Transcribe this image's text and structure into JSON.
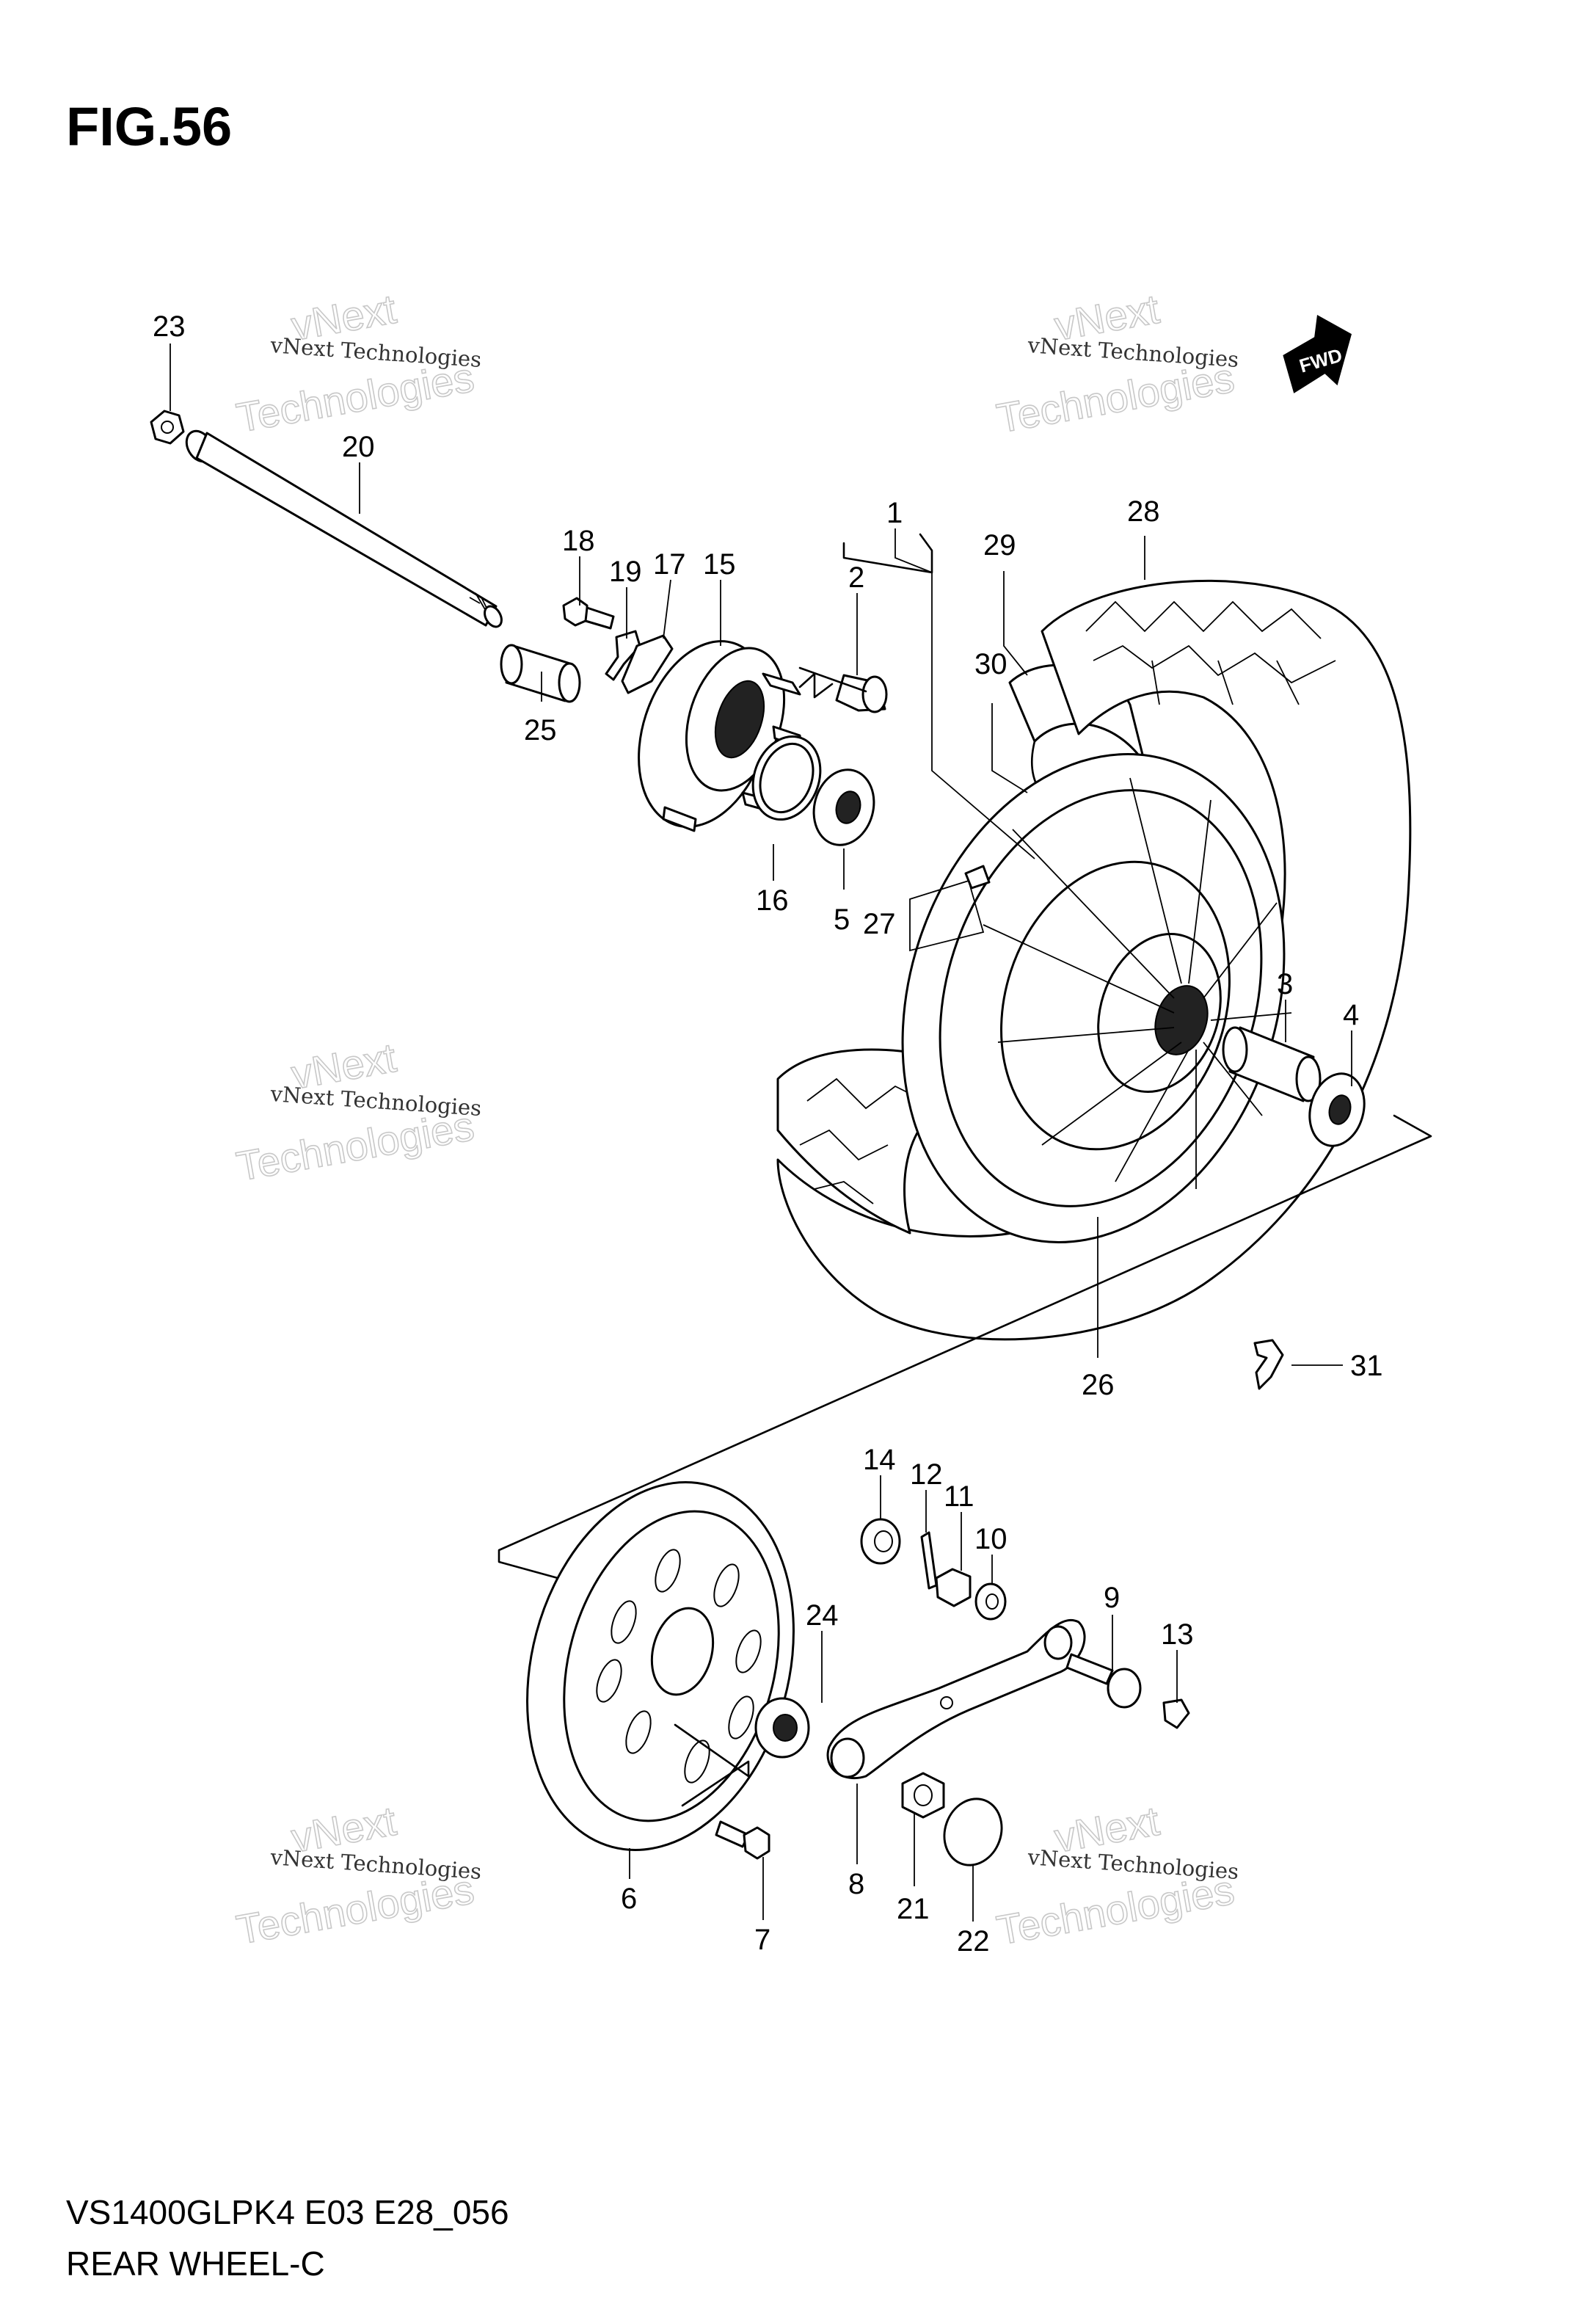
{
  "figure": {
    "title": "FIG.56",
    "model_code": "VS1400GLPK4 E03 E28_056",
    "diagram_name": "REAR WHEEL-C",
    "fwd_label": "FWD"
  },
  "watermark": {
    "line1": "vNext",
    "line2": "vNext Technologies",
    "line3": "Technologies"
  },
  "callouts": [
    {
      "id": "c1",
      "label": "1"
    },
    {
      "id": "c2",
      "label": "2"
    },
    {
      "id": "c3",
      "label": "3"
    },
    {
      "id": "c4",
      "label": "4"
    },
    {
      "id": "c5",
      "label": "5"
    },
    {
      "id": "c6",
      "label": "6"
    },
    {
      "id": "c7",
      "label": "7"
    },
    {
      "id": "c8",
      "label": "8"
    },
    {
      "id": "c9",
      "label": "9"
    },
    {
      "id": "c10",
      "label": "10"
    },
    {
      "id": "c11",
      "label": "11"
    },
    {
      "id": "c12",
      "label": "12"
    },
    {
      "id": "c13",
      "label": "13"
    },
    {
      "id": "c14",
      "label": "14"
    },
    {
      "id": "c15",
      "label": "15"
    },
    {
      "id": "c16",
      "label": "16"
    },
    {
      "id": "c17",
      "label": "17"
    },
    {
      "id": "c18",
      "label": "18"
    },
    {
      "id": "c19",
      "label": "19"
    },
    {
      "id": "c20",
      "label": "20"
    },
    {
      "id": "c21",
      "label": "21"
    },
    {
      "id": "c22",
      "label": "22"
    },
    {
      "id": "c23",
      "label": "23"
    },
    {
      "id": "c24",
      "label": "24"
    },
    {
      "id": "c25",
      "label": "25"
    },
    {
      "id": "c26",
      "label": "26"
    },
    {
      "id": "c27",
      "label": "27"
    },
    {
      "id": "c28",
      "label": "28"
    },
    {
      "id": "c29",
      "label": "29"
    },
    {
      "id": "c30",
      "label": "30"
    },
    {
      "id": "c31",
      "label": "31"
    }
  ]
}
